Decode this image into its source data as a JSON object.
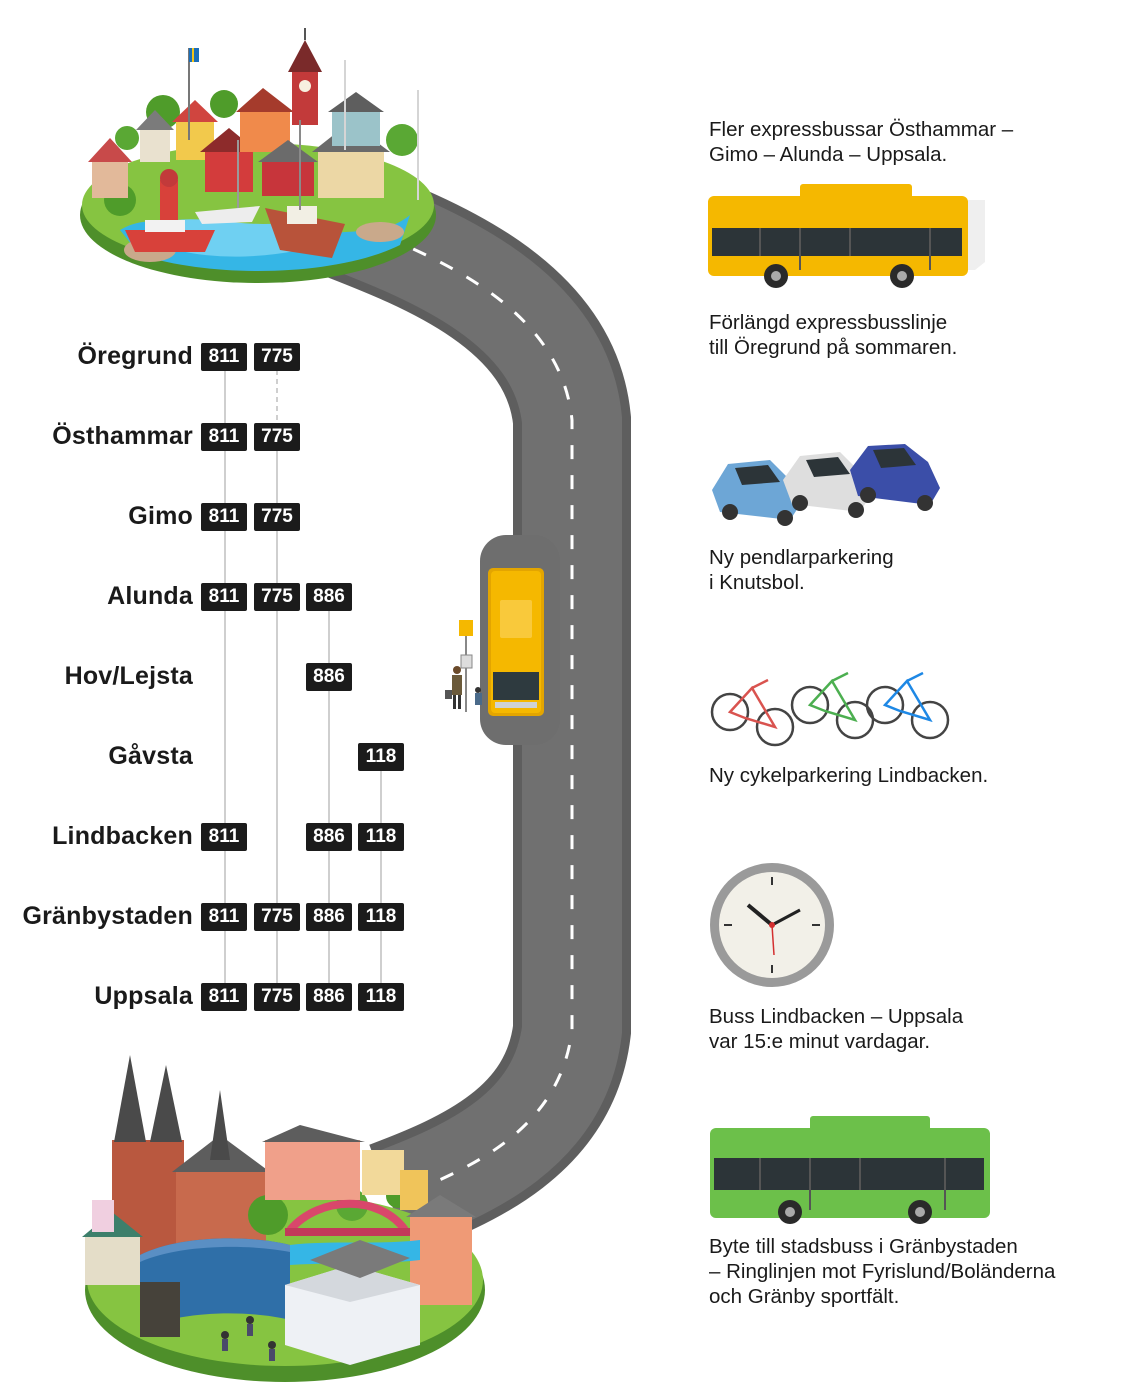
{
  "stops": [
    {
      "name": "Öregrund",
      "lines": [
        "811",
        "775",
        "",
        ""
      ]
    },
    {
      "name": "Östhammar",
      "lines": [
        "811",
        "775",
        "",
        ""
      ]
    },
    {
      "name": "Gimo",
      "lines": [
        "811",
        "775",
        "",
        ""
      ]
    },
    {
      "name": "Alunda",
      "lines": [
        "811",
        "775",
        "886",
        ""
      ]
    },
    {
      "name": "Hov/Lejsta",
      "lines": [
        "",
        "",
        "886",
        ""
      ]
    },
    {
      "name": "Gåvsta",
      "lines": [
        "",
        "",
        "",
        "118"
      ]
    },
    {
      "name": "Lindbacken",
      "lines": [
        "811",
        "",
        "886",
        "118"
      ]
    },
    {
      "name": "Gränbystaden",
      "lines": [
        "811",
        "775",
        "886",
        "118"
      ]
    },
    {
      "name": "Uppsala",
      "lines": [
        "811",
        "775",
        "886",
        "118"
      ]
    }
  ],
  "captions": {
    "express": [
      "Fler expressbussar Östhammar –",
      "Gimo – Alunda – Uppsala."
    ],
    "summer": [
      "Förlängd expressbusslinje",
      "till Öregrund på sommaren."
    ],
    "parking": [
      "Ny pendlarparkering",
      "i Knutsbol."
    ],
    "bike": [
      "Ny cykelparkering Lindbacken."
    ],
    "clock": [
      "Buss Lindbacken – Uppsala",
      "var 15:e minut vardagar."
    ],
    "city": [
      "Byte till stadsbuss i Gränbystaden",
      "– Ringlinjen mot Fyrislund/Boländerna",
      "och Gränby sportfält."
    ]
  },
  "colors": {
    "road": "#6b6b6b",
    "badge": "#1b1b1b",
    "express_bus": "#f5b800",
    "city_bus": "#6cc04a",
    "grass": "#7cbf3f",
    "water": "#35b6e6"
  }
}
